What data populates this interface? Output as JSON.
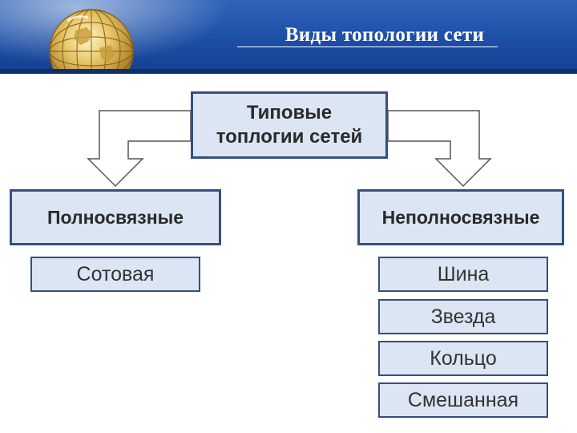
{
  "header": {
    "title": "Виды топологии сети"
  },
  "diagram": {
    "root": "Типовые топлогии сетей",
    "categories": [
      {
        "label": "Полносвязные",
        "items": [
          "Сотовая"
        ]
      },
      {
        "label": "Неполносвязные",
        "items": [
          "Шина",
          "Звезда",
          "Кольцо",
          "Смешанная"
        ]
      }
    ]
  },
  "colors": {
    "header_blue": "#1c4ea6",
    "box_fill": "#dbe5f3",
    "box_border": "#34507e"
  },
  "icons": {
    "logo": "globe-icon"
  }
}
